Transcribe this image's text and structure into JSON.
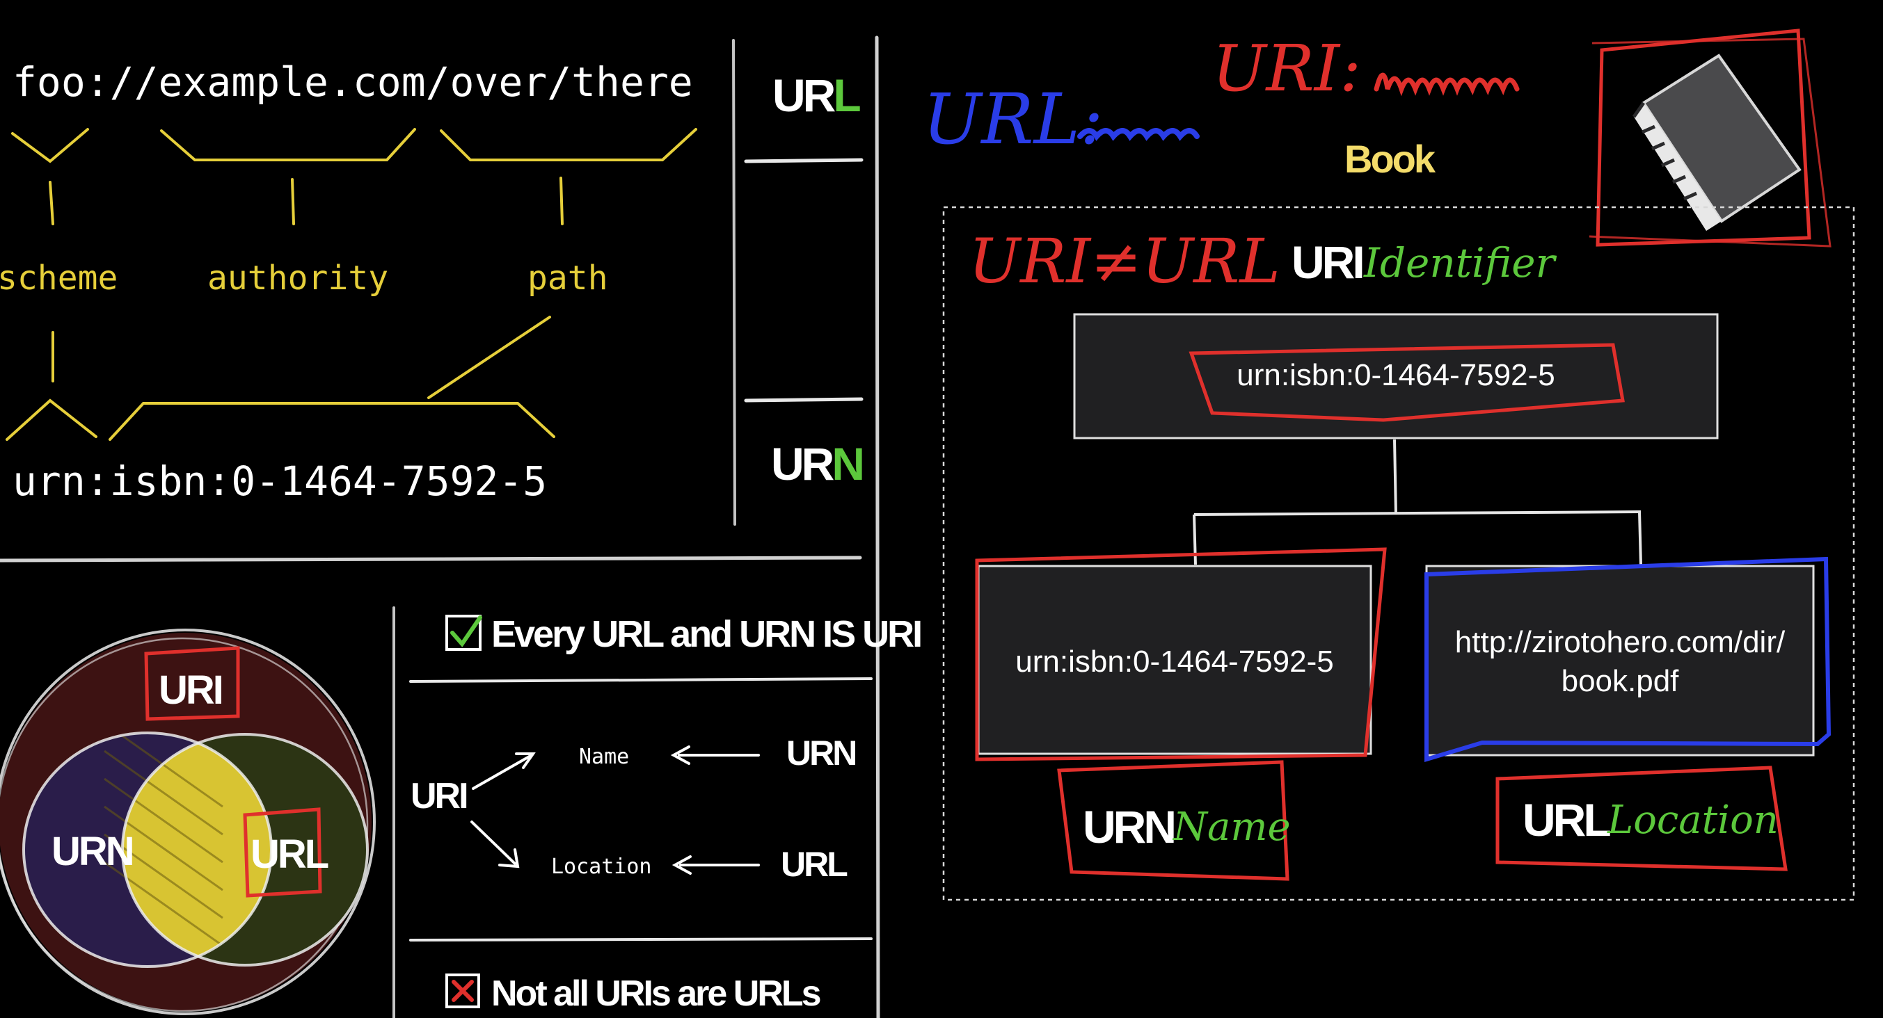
{
  "anatomy": {
    "url_example": "foo://example.com/over/there",
    "scheme_label": "scheme",
    "authority_label": "authority",
    "path_label": "path",
    "urn_example": "urn:isbn:0-1464-7592-5",
    "badge_url": {
      "prefix": "UR",
      "suffix": "L"
    },
    "badge_urn": {
      "prefix": "UR",
      "suffix": "N"
    }
  },
  "venn": {
    "outer_label": "URI",
    "left_label": "URN",
    "right_label": "URL"
  },
  "facts": {
    "fact_true": "Every URL and URN IS URI",
    "fact_false": "Not all URIs are URLs",
    "map": {
      "source": "URI",
      "top_target": "Name",
      "bottom_target": "Location",
      "top_origin": "URN",
      "bottom_origin": "URL"
    }
  },
  "notes": {
    "blue_note": "URL:",
    "red_note": "URI:",
    "book_caption": "Book"
  },
  "hierarchy": {
    "title_scribble": "URI≠URL",
    "title_word": "URI",
    "title_hand": "Identifier",
    "root_value": "urn:isbn:0-1464-7592-5",
    "left_child_value": "urn:isbn:0-1464-7592-5",
    "right_child_value_line1": "http://zirotohero.com/dir/",
    "right_child_value_line2": "book.pdf",
    "left_tag": "URN",
    "left_tag_hand": "Name",
    "right_tag": "URL",
    "right_tag_hand": "Location"
  },
  "colors": {
    "yellow": "#e6cf3a",
    "green": "#5cc83c",
    "red": "#e0302c",
    "blue": "#2a3de8",
    "box_fill": "#202022",
    "venn_outer": "#3d1212",
    "venn_left": "#2a1d4a",
    "venn_right": "#2c3414"
  }
}
